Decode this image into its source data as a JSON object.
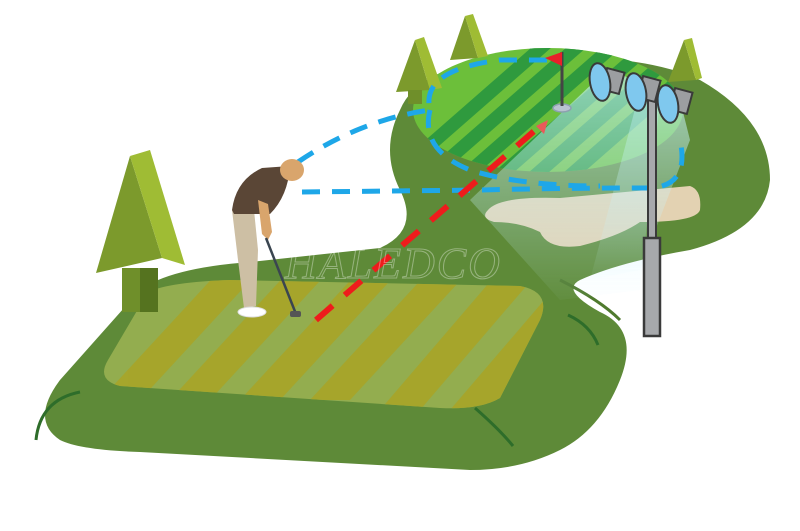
{
  "illustration": {
    "subject": "Golf course hole lighting illustration",
    "watermark": "HALEDCO",
    "elements": {
      "golfer": "golfer-putting",
      "flag": "hole-flag",
      "floodlights": "floodlight-cluster-3",
      "pole": "light-pole",
      "trees": [
        "tree-left-large",
        "tree-top-1",
        "tree-top-2",
        "tree-right"
      ],
      "bunker": "sand-bunker",
      "tee_box": "striped-tee-area",
      "green": "striped-putting-green"
    },
    "colors": {
      "fairway": "#5e8a38",
      "fairway_dark": "#4f7a2e",
      "tee_stripe_a": "#a7a52a",
      "tee_stripe_b": "#93ad4f",
      "green_stripe_a": "#2f9a3e",
      "green_stripe_b": "#6cbf3a",
      "sand": "#e3d2b2",
      "light_beam": "#9fe3f2",
      "lamp_lens": "#7fc8ee",
      "pole": "#a7a9ac",
      "ball_path_blue": "#1ea7e8",
      "putt_line_red": "#ee1c1c",
      "flag": "#e8202a",
      "tree_light": "#9fbc34",
      "tree_dark": "#6f8f2a",
      "shirt": "#5a4636",
      "pants": "#cdbfa4",
      "skin": "#d9a56c"
    }
  }
}
